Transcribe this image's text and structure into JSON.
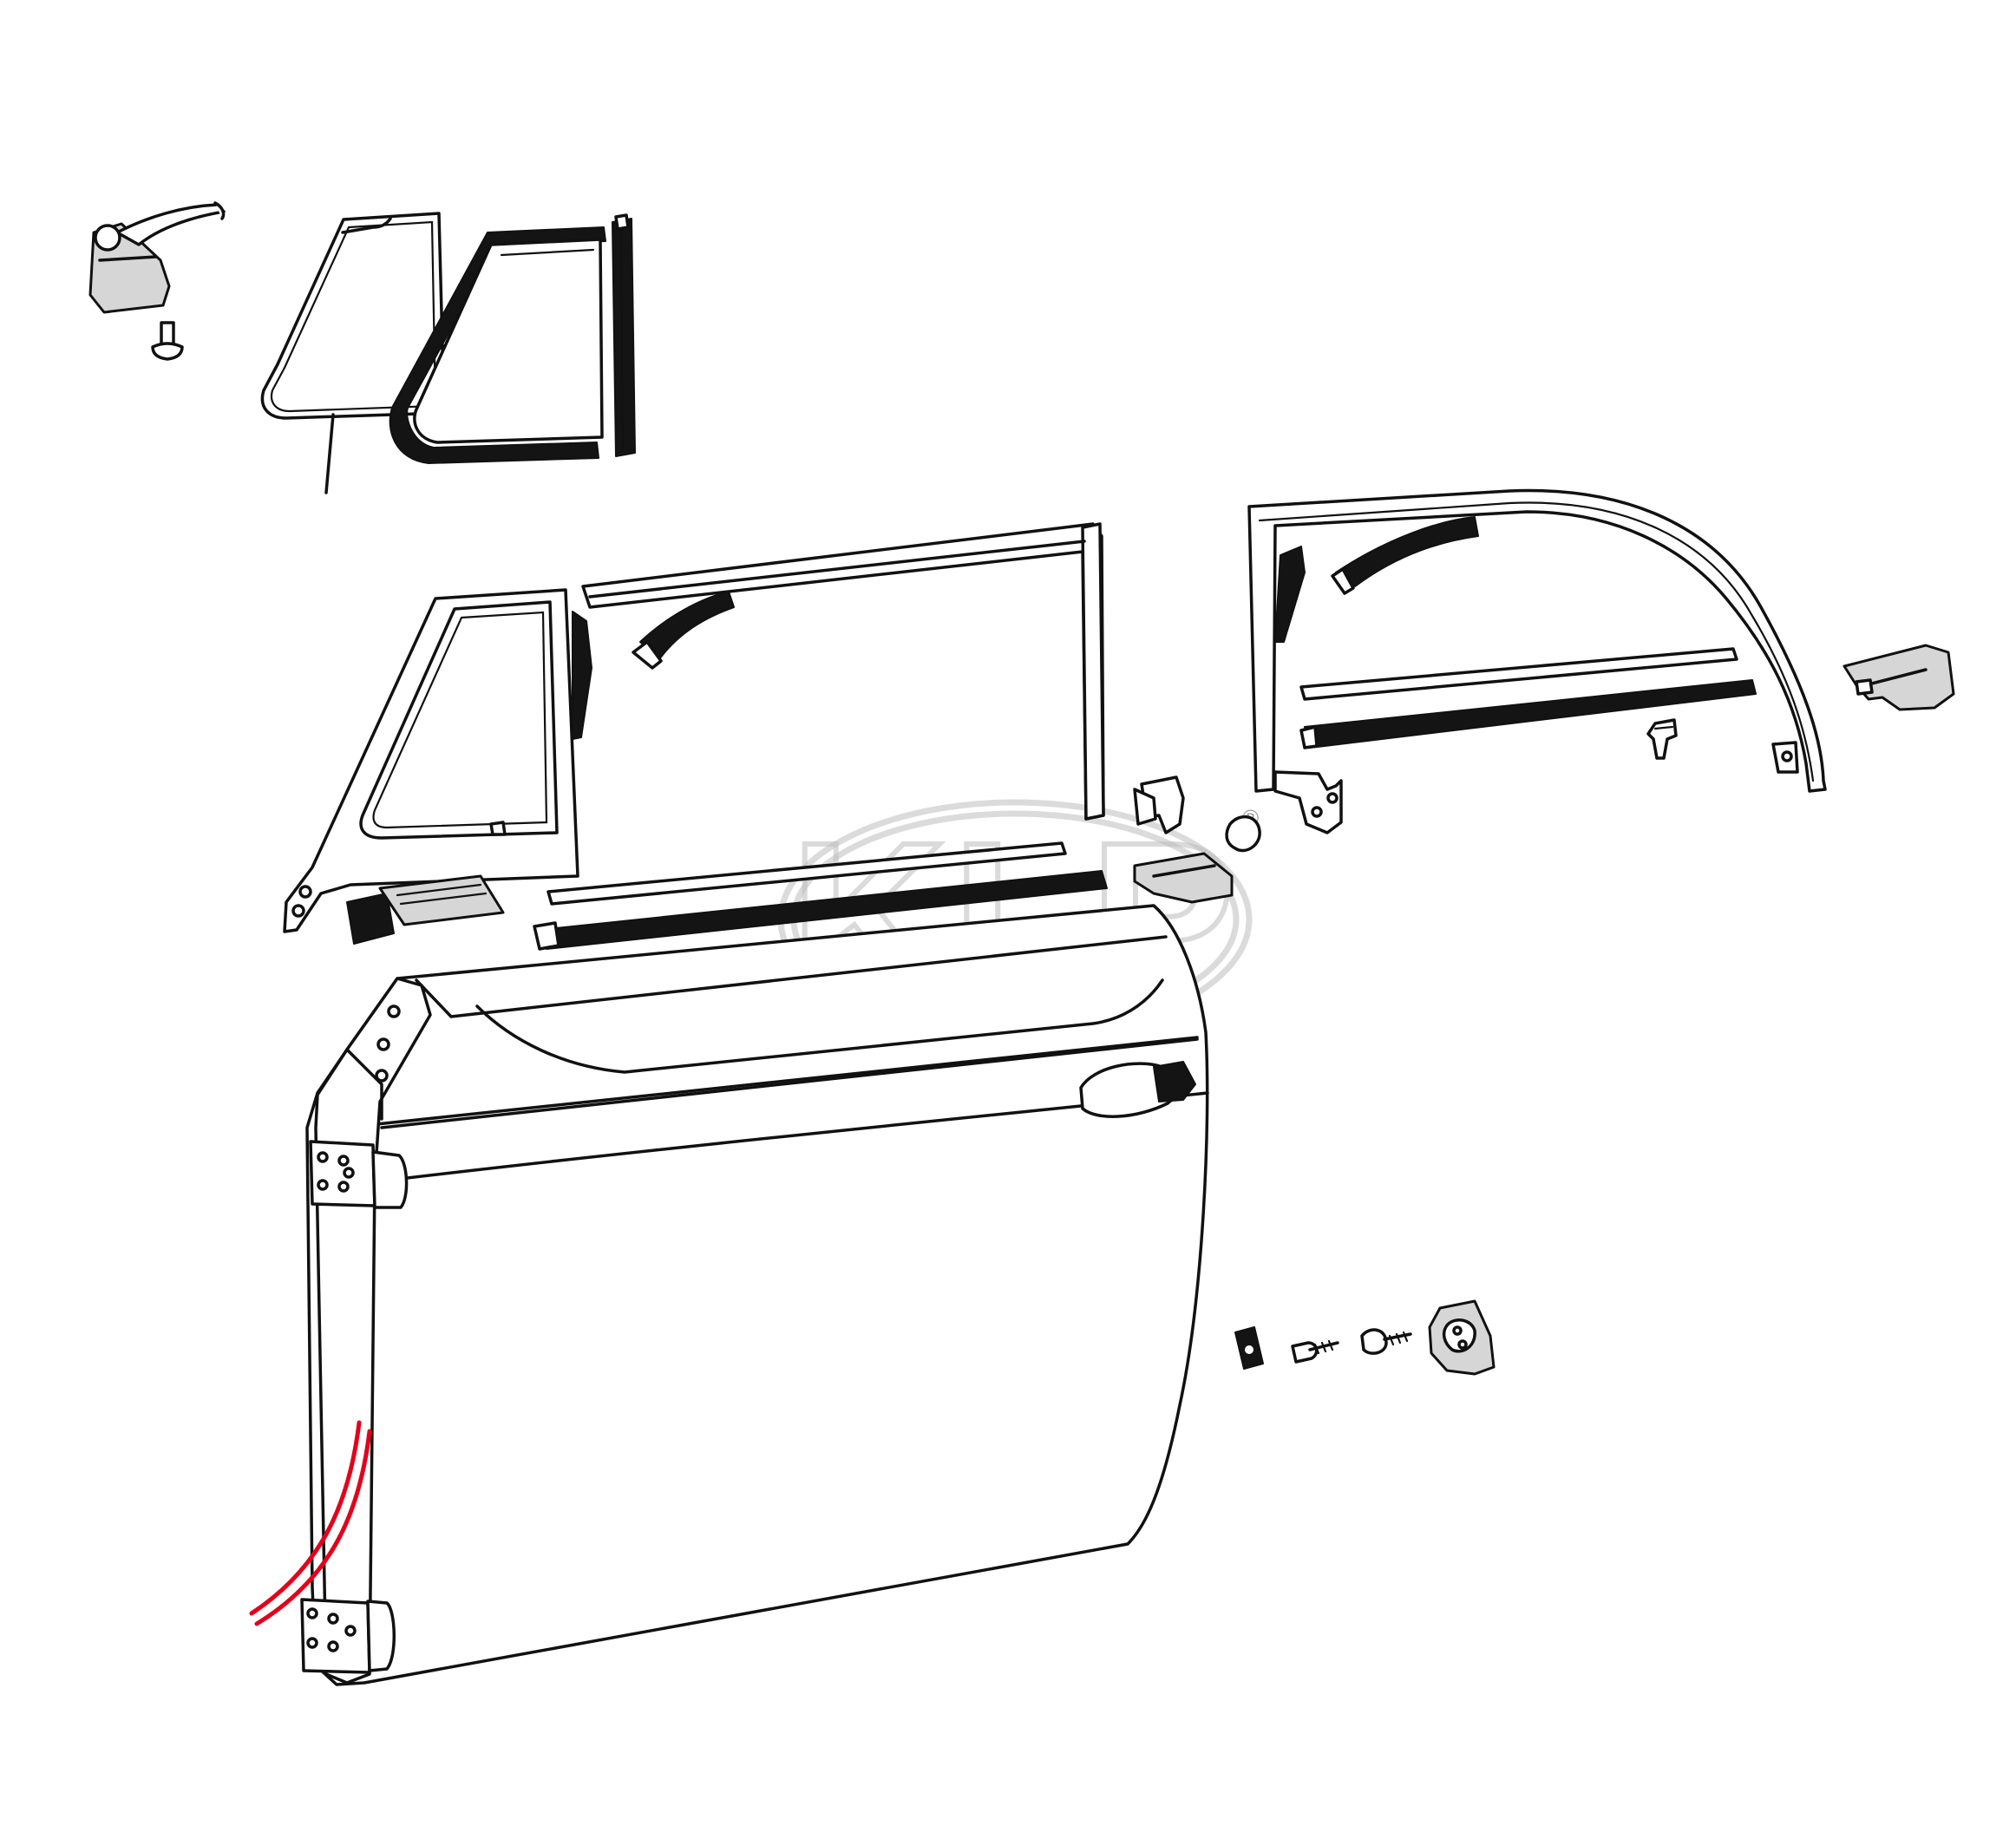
{
  "diagram": {
    "type": "exploded-parts-view",
    "highlight_color": "#e3001b",
    "line_color": "#111111",
    "background": "#ffffff"
  },
  "watermark": {
    "logo_text": "KLP",
    "registered_mark": "®",
    "color": "#bdbdbd"
  },
  "highlighted_part": "door-hinge-pillar-seal"
}
